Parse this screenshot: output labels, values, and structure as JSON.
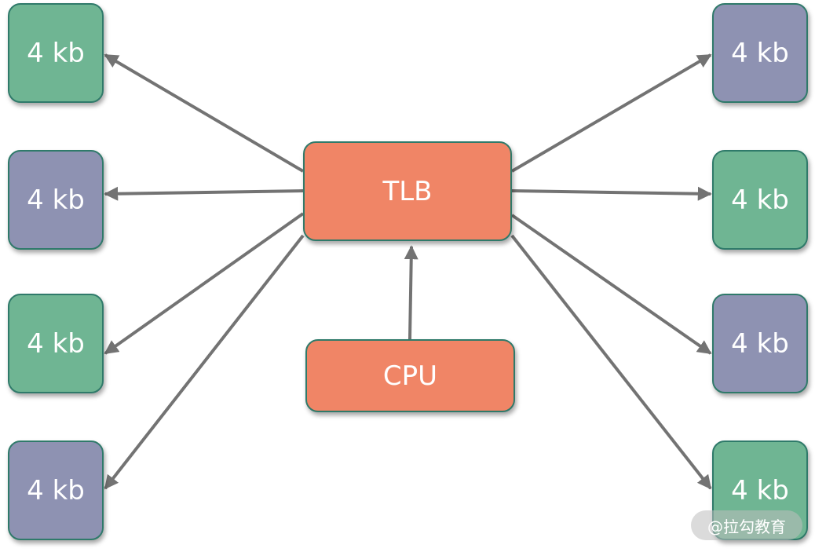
{
  "diagram": {
    "tlb_label": "TLB",
    "cpu_label": "CPU",
    "left_pages": [
      {
        "label": "4 kb",
        "color": "#6fb593"
      },
      {
        "label": "4 kb",
        "color": "#8e92b2"
      },
      {
        "label": "4 kb",
        "color": "#6fb593"
      },
      {
        "label": "4 kb",
        "color": "#8e92b2"
      }
    ],
    "right_pages": [
      {
        "label": "4 kb",
        "color": "#8e92b2"
      },
      {
        "label": "4 kb",
        "color": "#6fb593"
      },
      {
        "label": "4 kb",
        "color": "#8e92b2"
      },
      {
        "label": "4 kb",
        "color": "#6fb593"
      }
    ],
    "arrow_color": "#737373",
    "box_color": "#f08566"
  },
  "watermark": "@拉勾教育"
}
